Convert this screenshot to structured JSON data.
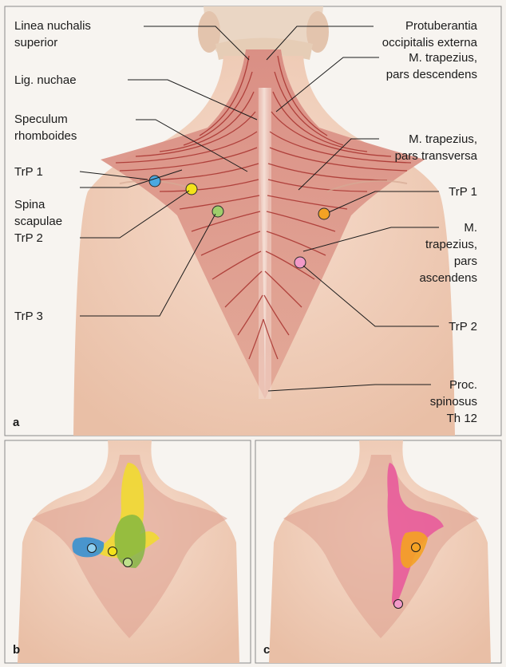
{
  "panel_a": {
    "letter": "a",
    "left_labels": {
      "linea_nuchalis": [
        "Linea nuchalis",
        "superior"
      ],
      "lig_nuchae": [
        "Lig. nuchae"
      ],
      "speculum": [
        "Speculum",
        "rhomboides"
      ],
      "trp1": [
        "TrP 1"
      ],
      "spina": [
        "Spina",
        "scapulae"
      ],
      "trp2": [
        "TrP 2"
      ],
      "trp3": [
        "TrP 3"
      ]
    },
    "right_labels": {
      "protuberantia": [
        "Protuberantia",
        "occipitalis externa"
      ],
      "trap_desc": [
        "M. trapezius,",
        "pars descendens"
      ],
      "trap_trans": [
        "M. trapezius,",
        "pars transversa"
      ],
      "trp1": [
        "TrP 1"
      ],
      "trap_asc": [
        "M.",
        "trapezius,",
        "pars",
        "ascendens"
      ],
      "trp2": [
        "TrP 2"
      ],
      "proc": [
        "Proc.",
        "spinosus",
        "Th 12"
      ]
    }
  },
  "panel_b": {
    "letter": "b"
  },
  "panel_c": {
    "letter": "c"
  },
  "colors": {
    "trp_left_1": "#4aa8e0",
    "trp_left_2": "#f3e21a",
    "trp_left_3": "#9fce6b",
    "trp_right_1": "#f4a223",
    "trp_right_2": "#f19ac8",
    "skin": "#f0cfbc",
    "muscle": "#d98f85",
    "fiber": "#a8322e",
    "border": "#7a7a7a"
  }
}
